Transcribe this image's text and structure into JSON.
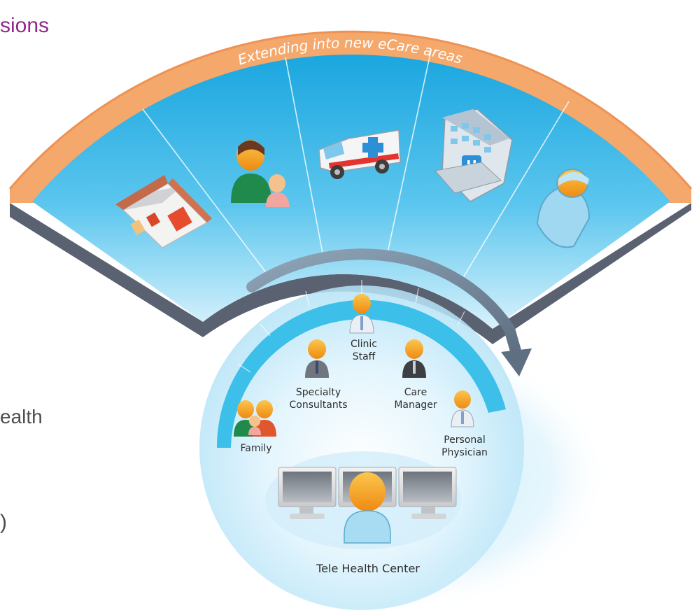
{
  "left_text": {
    "top_fragment": "sions",
    "middle_fragment": "ealth",
    "bottom_fragment": ")"
  },
  "diagram": {
    "outer_arc_label": "Extending into new eCare areas",
    "outer_segments": [
      {
        "icon": "house-icon"
      },
      {
        "icon": "mother-child-icon"
      },
      {
        "icon": "ambulance-icon"
      },
      {
        "icon": "hospital-icon"
      },
      {
        "icon": "patient-icon"
      }
    ],
    "roles": {
      "clinic_staff": [
        "Clinic",
        "Staff"
      ],
      "specialty_consultants": [
        "Specialty",
        "Consultants"
      ],
      "care_manager": [
        "Care",
        "Manager"
      ],
      "family": "Family",
      "personal_physician": [
        "Personal",
        "Physician"
      ]
    },
    "center_label": "Tele Health Center",
    "colors": {
      "arc_orange": "#f5a86b",
      "arc_orange_dark": "#ee9253",
      "sky_blue": "#2bb3e6",
      "sky_light": "#c7ecfa",
      "steel": "#5a6171",
      "accent_purple": "#93278f",
      "head_orange": "#f7a21b"
    }
  }
}
